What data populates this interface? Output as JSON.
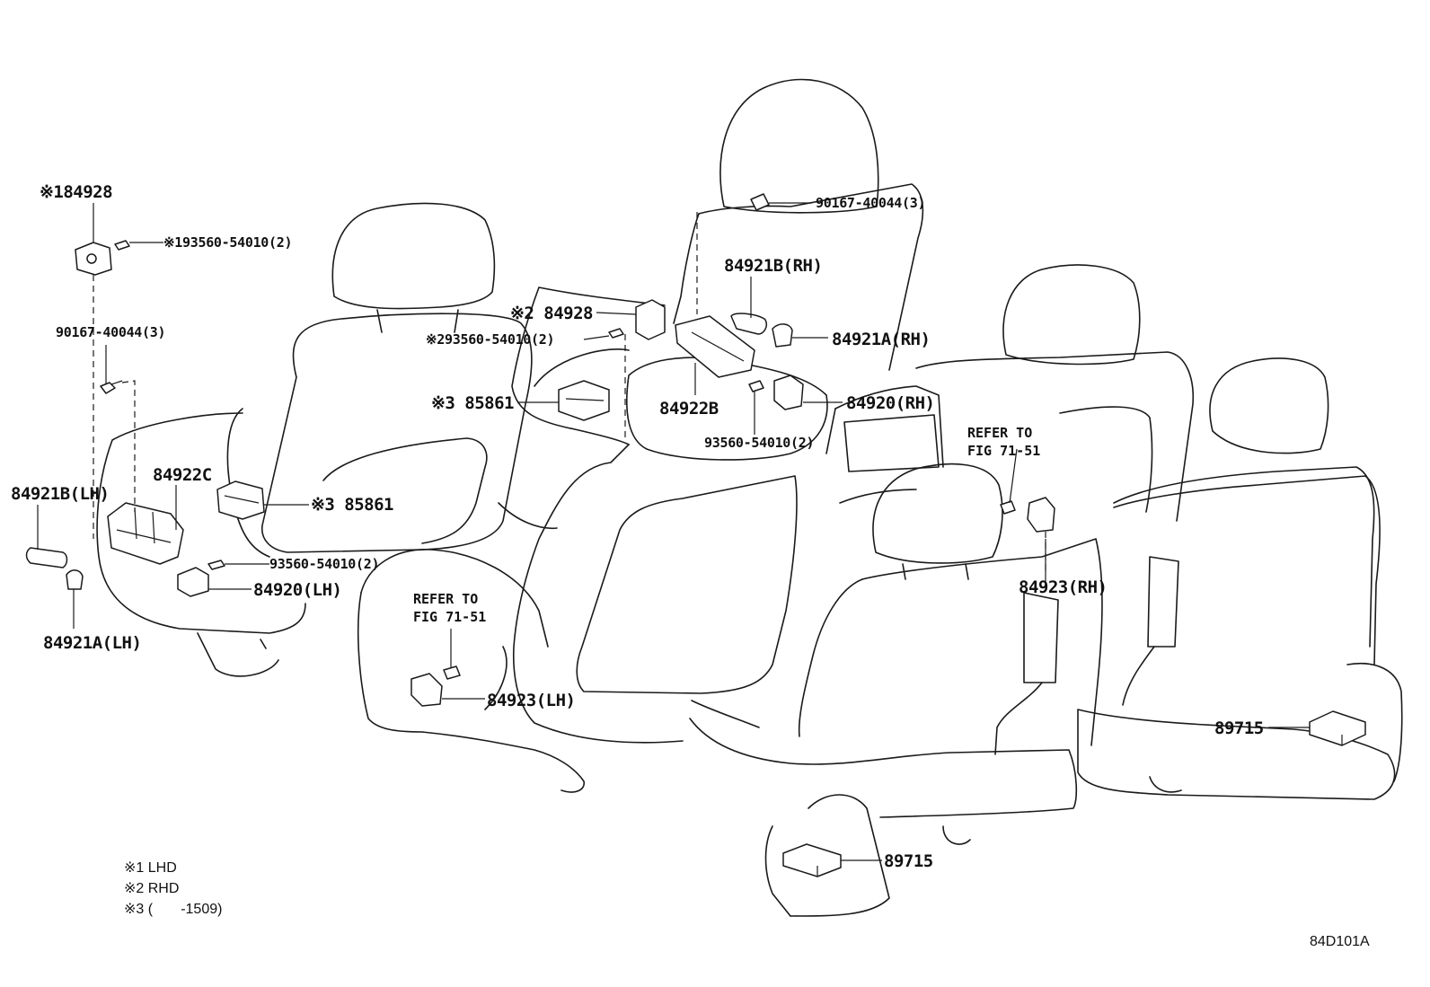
{
  "figure_code": "84D101A",
  "callouts": {
    "c1": "※184928",
    "c2": "※193560-54010(2)",
    "c3": "90167-40044(3)",
    "c4": "84921B(LH)",
    "c5": "84922C",
    "c6": "※3 85861",
    "c7": "93560-54010(2)",
    "c8": "84920(LH)",
    "c9": "84921A(LH)",
    "c10": "90167-40044(3)",
    "c11": "84921B(RH)",
    "c12": "※2 84928",
    "c13": "※293560-54010(2)",
    "c14": "84921A(RH)",
    "c15": "※3 85861",
    "c16": "84922B",
    "c17": "84920(RH)",
    "c18": "93560-54010(2)",
    "c19": "84923(RH)",
    "c20": "84923(LH)",
    "c21": "89715",
    "c22": "89715"
  },
  "references": {
    "r1": [
      "REFER TO",
      "FIG 71-51"
    ],
    "r2": [
      "REFER TO",
      "FIG 71-51"
    ]
  },
  "notes": [
    "※1 LHD",
    "※2 RHD",
    "※3 (       -1509)"
  ]
}
